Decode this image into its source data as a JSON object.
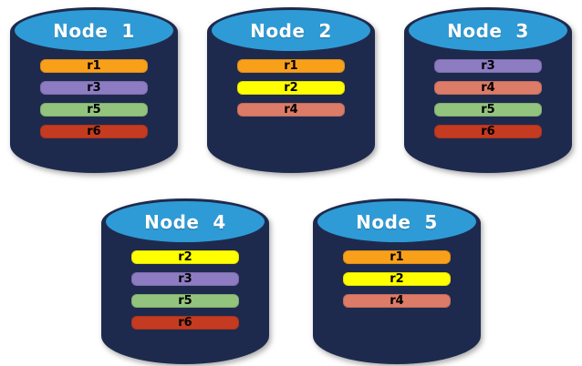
{
  "colors": {
    "background": "#FFFFFF",
    "cylinder_body": "#1E2A4D",
    "cylinder_top": "#2E9BD6",
    "replica_palette": {
      "r1": "#F9A01B",
      "r2": "#FFFF00",
      "r3": "#8E7CC3",
      "r4": "#DC7B67",
      "r5": "#93C47D",
      "r6": "#C43B21"
    }
  },
  "nodes": [
    {
      "label": "Node  1",
      "replicas": [
        {
          "id": "r1",
          "color": "#F9A01B"
        },
        {
          "id": "r3",
          "color": "#8E7CC3"
        },
        {
          "id": "r5",
          "color": "#93C47D"
        },
        {
          "id": "r6",
          "color": "#C43B21"
        }
      ]
    },
    {
      "label": "Node  2",
      "replicas": [
        {
          "id": "r1",
          "color": "#F9A01B"
        },
        {
          "id": "r2",
          "color": "#FFFF00"
        },
        {
          "id": "r4",
          "color": "#DC7B67"
        }
      ]
    },
    {
      "label": "Node  3",
      "replicas": [
        {
          "id": "r3",
          "color": "#8E7CC3"
        },
        {
          "id": "r4",
          "color": "#DC7B67"
        },
        {
          "id": "r5",
          "color": "#93C47D"
        },
        {
          "id": "r6",
          "color": "#C43B21"
        }
      ]
    },
    {
      "label": "Node  4",
      "replicas": [
        {
          "id": "r2",
          "color": "#FFFF00"
        },
        {
          "id": "r3",
          "color": "#8E7CC3"
        },
        {
          "id": "r5",
          "color": "#93C47D"
        },
        {
          "id": "r6",
          "color": "#C43B21"
        }
      ]
    },
    {
      "label": "Node  5",
      "replicas": [
        {
          "id": "r1",
          "color": "#F9A01B"
        },
        {
          "id": "r2",
          "color": "#FFFF00"
        },
        {
          "id": "r4",
          "color": "#DC7B67"
        }
      ]
    }
  ]
}
